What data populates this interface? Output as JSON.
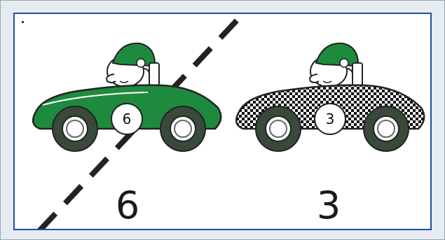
{
  "cars": [
    {
      "number": "6",
      "label": "6",
      "style": "green",
      "body_color": "#1e8a3e"
    },
    {
      "number": "3",
      "label": "3",
      "style": "checkered",
      "body_color": "#222222"
    }
  ],
  "colors": {
    "helmet": "#1e8a3e",
    "tire": "#3a4a3a",
    "border": "#1f4fa3",
    "dash_line": "#222222"
  },
  "icons": [
    "race-car-icon",
    "driver-icon",
    "dashed-line-icon"
  ]
}
